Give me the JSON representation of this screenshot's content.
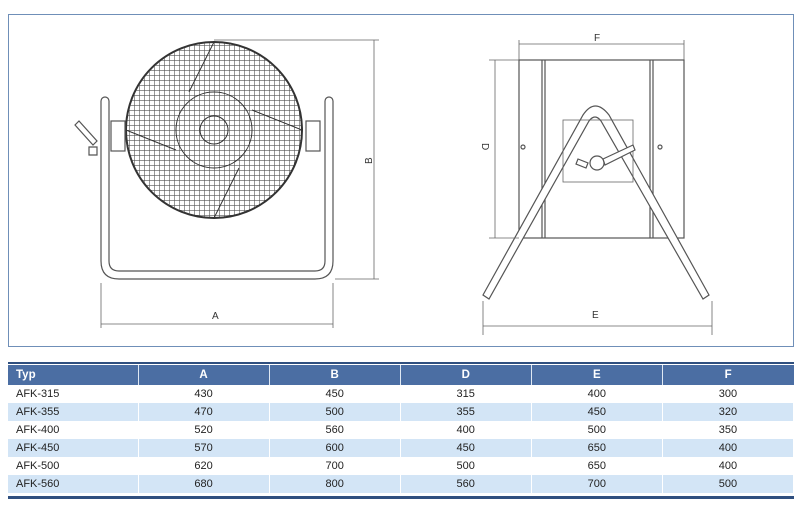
{
  "drawing": {
    "front_view_labels": {
      "width": "A",
      "height": "B"
    },
    "side_view_labels": {
      "depth": "F",
      "diameter": "D",
      "base": "E"
    }
  },
  "table": {
    "headers": [
      "Typ",
      "A",
      "B",
      "D",
      "E",
      "F"
    ],
    "rows": [
      [
        "AFK-315",
        "430",
        "450",
        "315",
        "400",
        "300"
      ],
      [
        "AFK-355",
        "470",
        "500",
        "355",
        "450",
        "320"
      ],
      [
        "AFK-400",
        "520",
        "560",
        "400",
        "500",
        "350"
      ],
      [
        "AFK-450",
        "570",
        "600",
        "450",
        "650",
        "400"
      ],
      [
        "AFK-500",
        "620",
        "700",
        "500",
        "650",
        "400"
      ],
      [
        "AFK-560",
        "680",
        "800",
        "560",
        "700",
        "500"
      ]
    ]
  },
  "colors": {
    "header_bg": "#4b6ea3",
    "row_alt": "#d3e5f6",
    "rule": "#2f4f7f"
  }
}
